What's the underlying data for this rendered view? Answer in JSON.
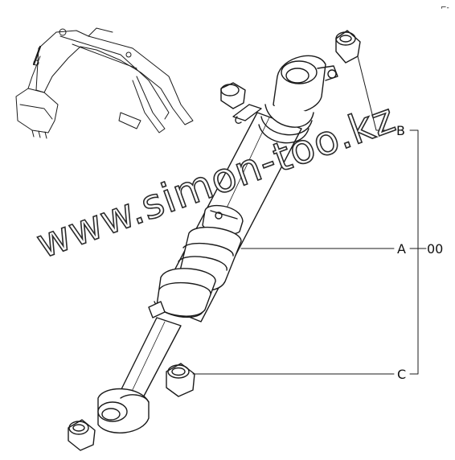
{
  "labels": {
    "b": "B",
    "a": "A",
    "c": "C",
    "group": "00"
  },
  "corner_mark": "⌐-",
  "watermark": "www.simon-too.kz"
}
